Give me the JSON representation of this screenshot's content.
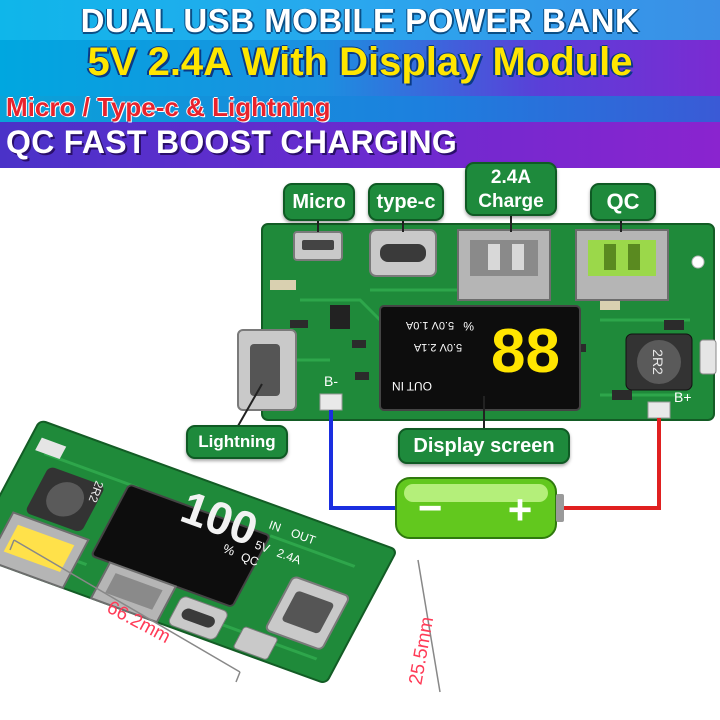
{
  "header": {
    "title": "DUAL USB MOBILE POWER BANK",
    "subtitle": "5V 2.4A With Display Module",
    "ports": "Micro / Type-c & Lightning",
    "feature": "QC FAST BOOST CHARGING"
  },
  "callouts": {
    "micro": "Micro",
    "typec": "type-c",
    "charge_line1": "2.4A",
    "charge_line2": "Charge",
    "qc": "QC",
    "lightning": "Lightning",
    "display_screen": "Display screen"
  },
  "board_top": {
    "screen_digits": "88",
    "screen_in": "IN",
    "screen_out": "OUT",
    "screen_v1": "5.0V 2.1A",
    "screen_v2": "5.0V 1.0A",
    "screen_percent": "%",
    "inductor": "2R2",
    "pad_neg": "B-",
    "pad_pos": "B+"
  },
  "board_bottom": {
    "screen_digits": "100",
    "screen_in": "IN",
    "screen_out": "OUT",
    "screen_v": "5V",
    "screen_a": "2.4A",
    "screen_pct": "%",
    "screen_qc": "QC",
    "inductor": "2R2"
  },
  "battery": {
    "minus": "−",
    "plus": "+"
  },
  "dimensions": {
    "length": "66.2mm",
    "width": "25.5mm"
  },
  "colors": {
    "pcb": "#1f8a3a",
    "wire_neg": "#1a2ee0",
    "wire_pos": "#e02020",
    "digit": "#ffe500"
  }
}
